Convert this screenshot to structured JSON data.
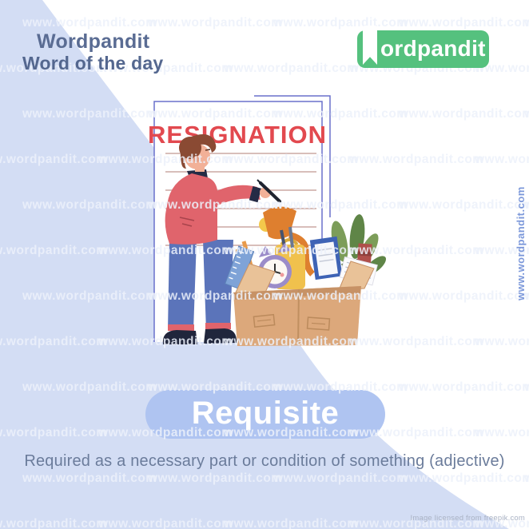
{
  "header": {
    "brand": "Wordpandit",
    "subtitle": "Word of the day"
  },
  "logo": {
    "wordmark": "ordpandit",
    "icon": "bookmark-ribbon-icon"
  },
  "illustration": {
    "document_title": "RESIGNATION"
  },
  "word_pill": {
    "word": "Requisite"
  },
  "definition": {
    "text": "Required as a necessary part or condition of something (adjective)"
  },
  "watermark": {
    "tile_text": "www.wordpandit.com",
    "side_text": "www.wordpandit.com"
  },
  "footer": {
    "license": "Image licensed from freepik.com"
  },
  "colors": {
    "background_blue": "#D3DDF4",
    "pill_blue": "#AFC4F1",
    "logo_green": "#55C17E",
    "heading_slate": "#5A6C93",
    "resignation_red": "#E2494F",
    "side_watermark_blue": "#7C98DA"
  }
}
